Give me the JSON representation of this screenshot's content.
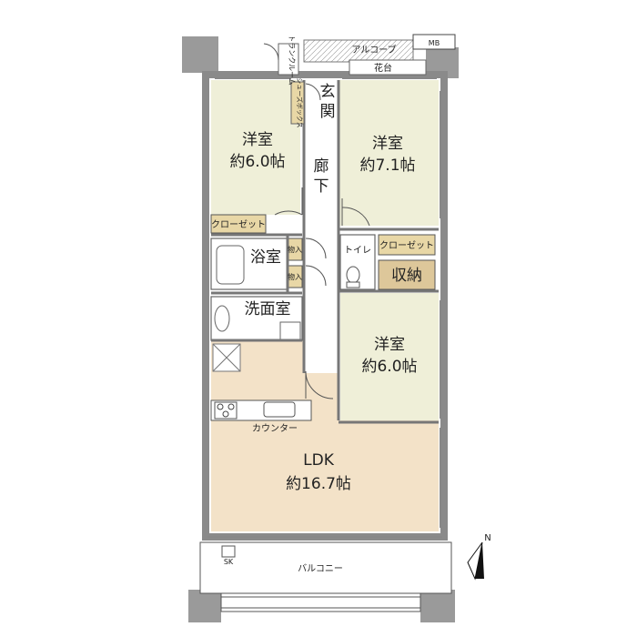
{
  "rooms": {
    "bedroom_nw": {
      "name": "洋室",
      "size": "約6.0帖"
    },
    "bedroom_ne": {
      "name": "洋室",
      "size": "約7.1帖"
    },
    "bedroom_se": {
      "name": "洋室",
      "size": "約6.0帖"
    },
    "ldk": {
      "name": "LDK",
      "size": "約16.7帖"
    }
  },
  "labels": {
    "entrance_1": "玄",
    "entrance_2": "関",
    "corridor_1": "廊",
    "corridor_2": "下",
    "bath": "浴室",
    "washroom": "洗面室",
    "toilet": "トイレ",
    "storage": "収納",
    "closet_nw": "クローゼット",
    "closet_ne": "クローゼット",
    "cupboard_1": "物入",
    "cupboard_2": "物入",
    "counter": "カウンター",
    "balcony": "バルコニー",
    "sk": "SK",
    "alcove": "アルコーブ",
    "flowerbed": "花台",
    "mb": "MB",
    "trunk_room": "トランクルーム",
    "shoe_box": "シューズボックス",
    "north": "N"
  },
  "colors": {
    "room_floor": "#efefd8",
    "ldk_floor": "#f3e2c8",
    "wet_floor": "#ffffff",
    "wall": "#9a9a9a",
    "closet_fill": "#e8d7a6",
    "storage_fill": "#ddc79a",
    "hall_floor": "#ffffff",
    "line": "#555555"
  }
}
